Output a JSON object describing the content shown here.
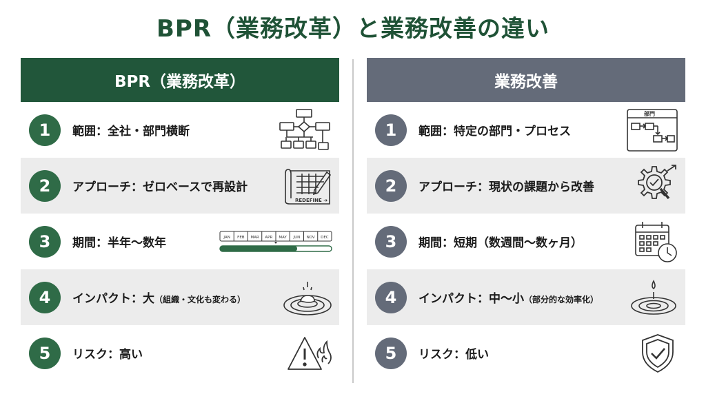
{
  "title": "BPR（業務改革）と業務改善の違い",
  "colors": {
    "left_accent": "#21563a",
    "right_accent": "#646b79",
    "row_shade": "#ececec"
  },
  "left": {
    "header": "BPR（業務改革）",
    "rows": [
      {
        "num": "1",
        "text": "範囲：全社・部門横断",
        "note": "",
        "icon": "flowchart-icon"
      },
      {
        "num": "2",
        "text": "アプローチ：ゼロベースで再設計",
        "note": "",
        "icon": "blueprint-redefine-icon",
        "icon_text": "REDEFINE ➔"
      },
      {
        "num": "3",
        "text": "期間：半年〜数年",
        "note": "",
        "icon": "timeline-icon",
        "timeline_labels": [
          "JAN",
          "FEB",
          "MAR",
          "APR",
          "MAY",
          "JUN",
          "NOV",
          "DEC"
        ]
      },
      {
        "num": "4",
        "text": "インパクト：大",
        "note": "（組織・文化も変わる）",
        "icon": "big-ripple-icon"
      },
      {
        "num": "5",
        "text": "リスク：高い",
        "note": "",
        "icon": "warning-fire-icon"
      }
    ]
  },
  "right": {
    "header": "業務改善",
    "rows": [
      {
        "num": "1",
        "text": "範囲：特定の部門・プロセス",
        "note": "",
        "icon": "department-process-icon",
        "icon_text": "部門"
      },
      {
        "num": "2",
        "text": "アプローチ：現状の課題から改善",
        "note": "",
        "icon": "gear-magnifier-icon"
      },
      {
        "num": "3",
        "text": "期間：短期（数週間〜数ヶ月）",
        "note": "",
        "icon": "calendar-clock-icon"
      },
      {
        "num": "4",
        "text": "インパクト：中〜小",
        "note": "（部分的な効率化）",
        "icon": "small-ripple-icon"
      },
      {
        "num": "5",
        "text": "リスク：低い",
        "note": "",
        "icon": "shield-check-icon"
      }
    ]
  }
}
